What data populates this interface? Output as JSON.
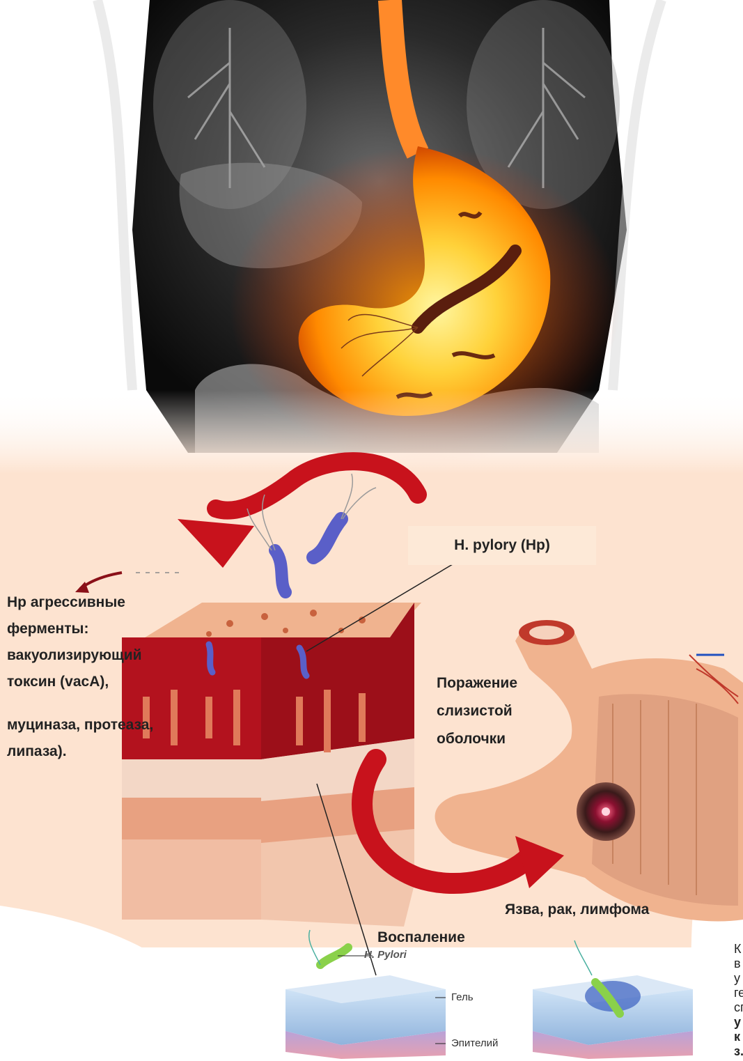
{
  "labels": {
    "hp_name": "H. pylory (Hp)",
    "enzymes": [
      "Hp агрессивные",
      "ферменты:",
      "вакуолизирующий",
      "токсин (vacA),"
    ],
    "enzymes2": [
      "муциназа, протеаза,",
      "липаза)."
    ],
    "mucosa": [
      "Поражение",
      "слизистой",
      "оболочки"
    ],
    "ulcer": "Язва, рак, лимфома",
    "inflammation": "Воспаление",
    "hpylori_small": "H. Pylori",
    "gel": "Гель",
    "epithelium": "Эпителий"
  },
  "side_text": {
    "letters": [
      "К",
      "в",
      "у",
      "ге",
      "сп",
      "у",
      "к",
      "з."
    ],
    "bold_from": 5
  },
  "colors": {
    "stomach_glow": "#ffb300",
    "tissue_red": "#b3121e",
    "arrow_red": "#c8121c",
    "bacteria": "#5a5fc8",
    "peach_bg": "#fde3d0"
  }
}
